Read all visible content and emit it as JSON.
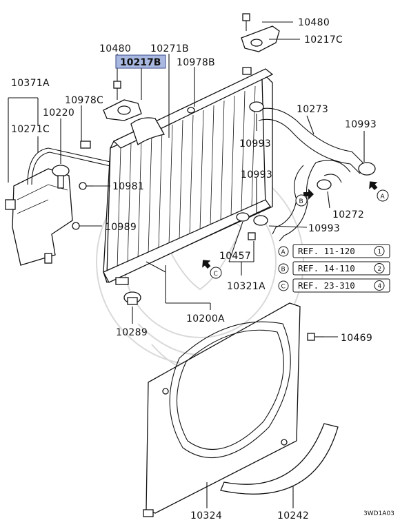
{
  "diagram": {
    "highlighted_part": "10217B",
    "part_labels": {
      "p10480_top": "10480",
      "p10217C": "10217C",
      "p10480_left": "10480",
      "p10271B": "10271B",
      "p10217B": "10217B",
      "p10978B": "10978B",
      "p10371A": "10371A",
      "p10978C": "10978C",
      "p10220": "10220",
      "p10271C": "10271C",
      "p10273": "10273",
      "p10993_a": "10993",
      "p10993_b": "10993",
      "p10993_c": "10993",
      "p10993_d": "10993",
      "p10981": "10981",
      "p10989": "10989",
      "p10272": "10272",
      "p10457": "10457",
      "p10321A": "10321A",
      "p10200A": "10200A",
      "p10289": "10289",
      "p10469": "10469",
      "p10324": "10324",
      "p10242": "10242"
    },
    "callouts": {
      "a": "A",
      "b": "B",
      "c": "C"
    },
    "references": [
      {
        "letter": "A",
        "text": "REF. 11-120",
        "num": "1"
      },
      {
        "letter": "B",
        "text": "REF. 14-110",
        "num": "2"
      },
      {
        "letter": "C",
        "text": "REF. 23-310",
        "num": "4"
      }
    ],
    "figure_code": "3WD1A03",
    "colors": {
      "highlight_fill": "#a9b8e0",
      "highlight_border": "#3a4a8a",
      "line": "#111111"
    }
  }
}
